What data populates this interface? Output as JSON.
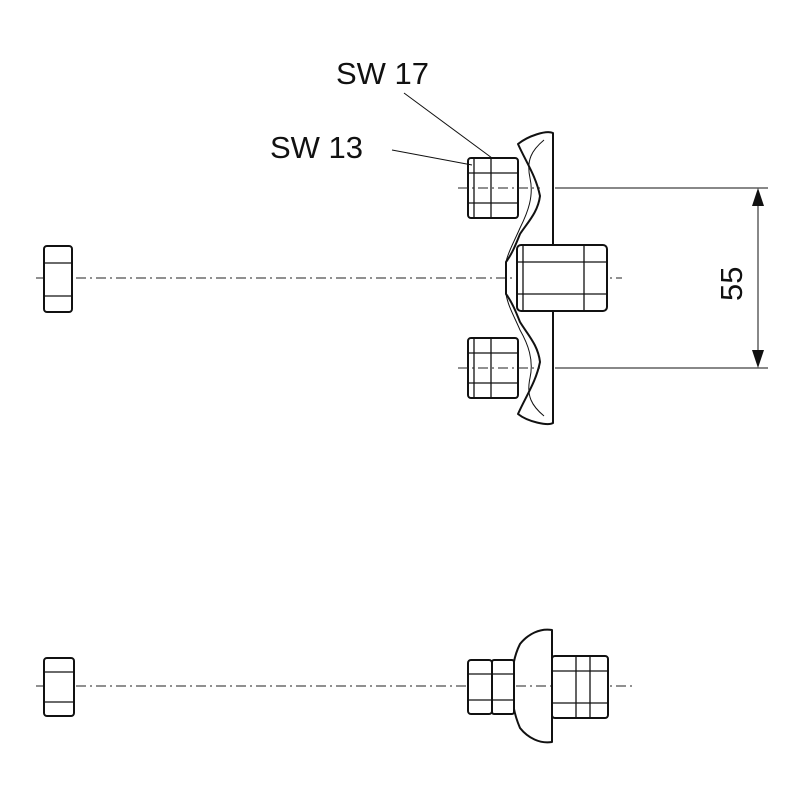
{
  "labels": {
    "wrench_size_large": "SW 17",
    "wrench_size_small": "SW 13",
    "dimension_value": "55"
  }
}
